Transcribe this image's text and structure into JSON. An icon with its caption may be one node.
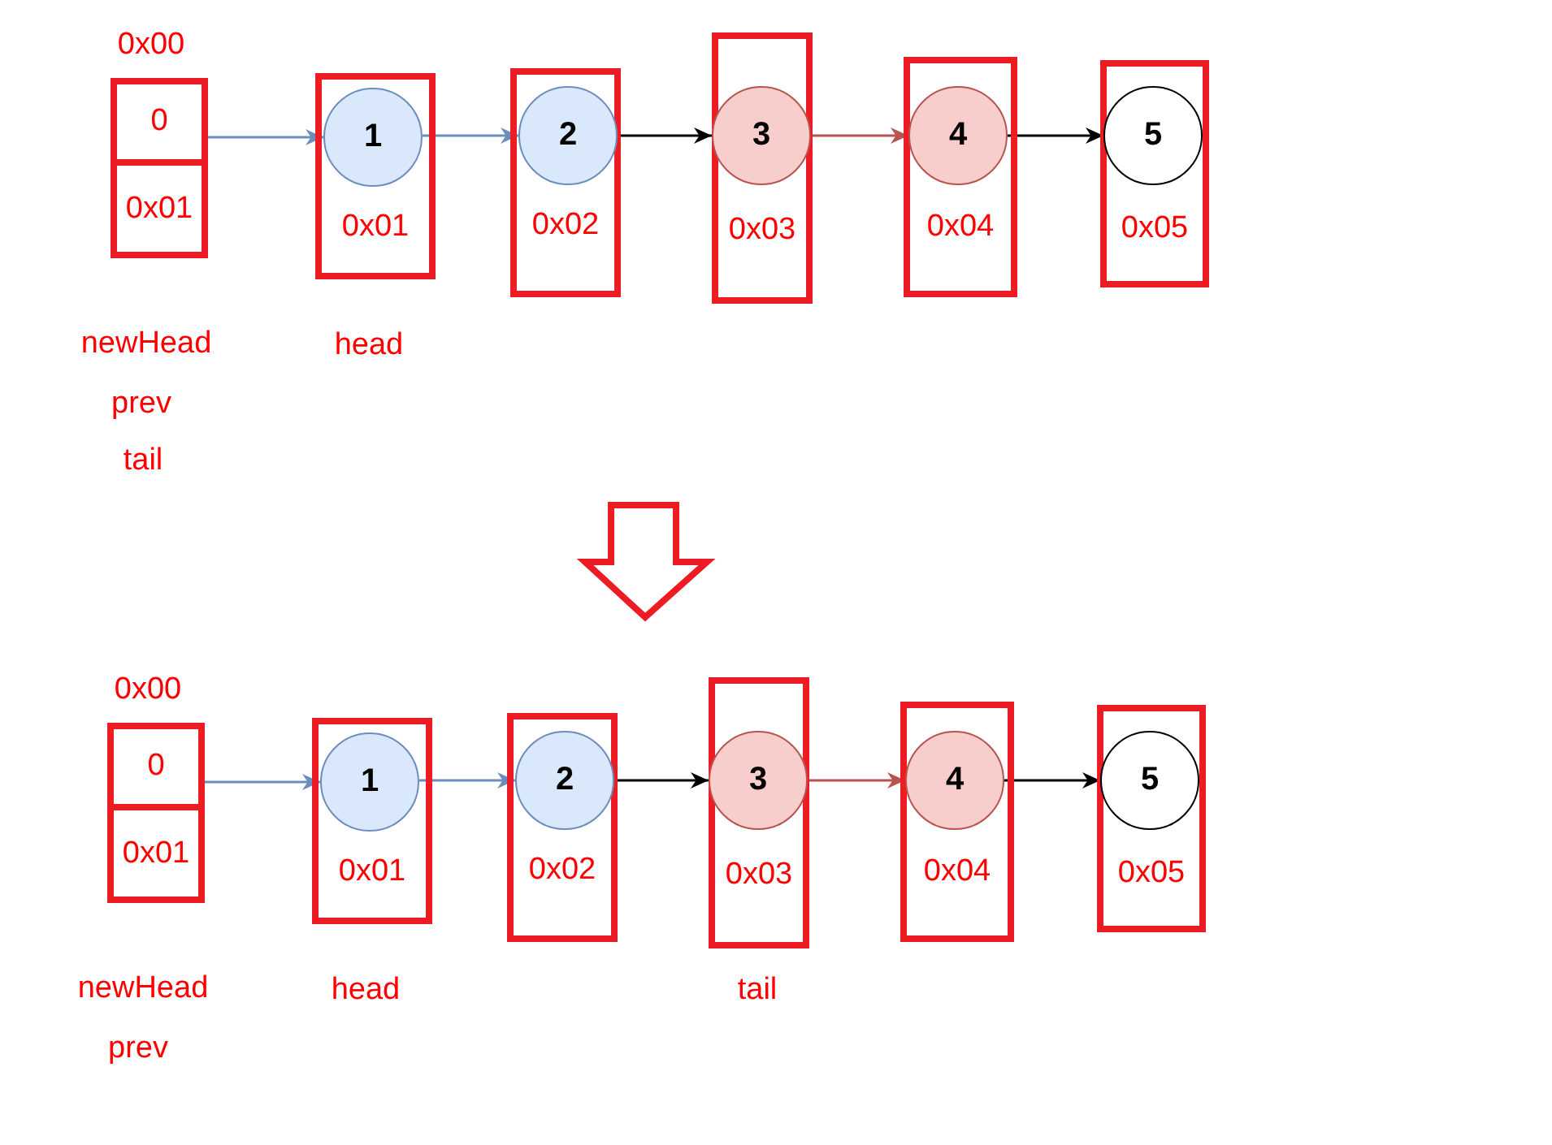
{
  "diagram": {
    "nodes": [
      {
        "text": [],
        "shape": "box",
        "beside": [
          "0x00",
          "newHead",
          "prev",
          "tail"
        ]
      },
      {
        "text": [
          "0"
        ],
        "in": 0
      },
      {
        "text": [
          "0x01"
        ],
        "in": 0
      },
      {
        "text": [
          "0x01"
        ],
        "beside": [
          "head"
        ]
      },
      {
        "text": [
          "1"
        ],
        "in": 3
      },
      {
        "text": [
          "0x02"
        ]
      },
      {
        "text": [
          "2"
        ],
        "in": 5
      },
      {
        "text": [
          "0x03"
        ]
      },
      {
        "text": [
          "3"
        ],
        "in": 7
      },
      {
        "text": [
          "0x04"
        ]
      },
      {
        "text": [
          "4"
        ],
        "in": 9
      },
      {
        "text": [
          "0x05"
        ]
      },
      {
        "text": [
          "5"
        ],
        "in": 11
      },
      {
        "text": [],
        "shape": "box",
        "beside": [
          "0x00",
          "newHead",
          "prev"
        ]
      },
      {
        "text": [
          "0"
        ],
        "in": 13
      },
      {
        "text": [
          "0x01"
        ],
        "in": 13
      },
      {
        "text": [
          "0x01"
        ],
        "beside": [
          "head"
        ]
      },
      {
        "text": [
          "1"
        ],
        "in": 16
      },
      {
        "text": [
          "0x02"
        ]
      },
      {
        "text": [
          "2"
        ],
        "in": 18
      },
      {
        "text": [
          "0x03"
        ],
        "beside": [
          "tail"
        ]
      },
      {
        "text": [
          "3"
        ],
        "in": 20
      },
      {
        "text": [
          "0x04"
        ]
      },
      {
        "text": [
          "4"
        ],
        "in": 22
      },
      {
        "text": [
          "0x05"
        ]
      },
      {
        "text": [
          "5"
        ],
        "in": 24
      }
    ],
    "edges": [
      {
        "from": 0,
        "to": 4,
        "arrow": "to",
        "color": "#6c8ebf"
      },
      {
        "from": 4,
        "to": 6,
        "arrow": "to",
        "color": "#6c8ebf"
      },
      {
        "from": 6,
        "to": 8,
        "arrow": "to",
        "color": "#000000"
      },
      {
        "from": 8,
        "to": 10,
        "arrow": "to",
        "color": "#b85450"
      },
      {
        "from": 10,
        "to": 12,
        "arrow": "to",
        "color": "#000000"
      },
      {
        "from": 13,
        "to": 17,
        "arrow": "to",
        "color": "#6c8ebf"
      },
      {
        "from": 17,
        "to": 19,
        "arrow": "to",
        "color": "#6c8ebf"
      },
      {
        "from": 19,
        "to": 21,
        "arrow": "to",
        "color": "#000000"
      },
      {
        "from": 21,
        "to": 23,
        "arrow": "to",
        "color": "#b85450"
      },
      {
        "from": 23,
        "to": 25,
        "arrow": "to",
        "color": "#000000"
      }
    ]
  }
}
